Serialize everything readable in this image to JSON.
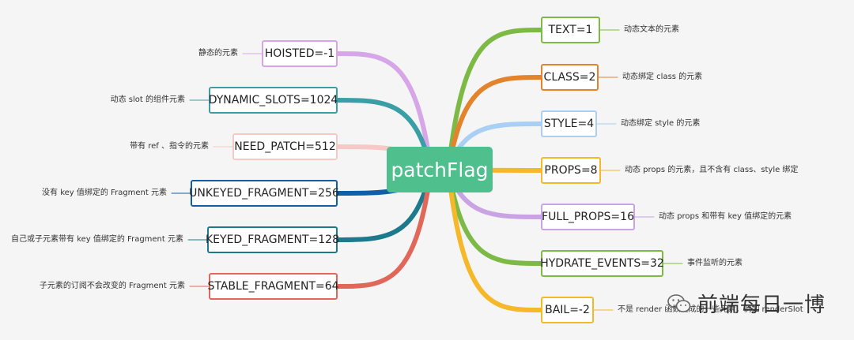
{
  "center": {
    "label": "patchFlag",
    "color": "#4fc08d"
  },
  "left_branches": [
    {
      "label": "HOISTED=-1",
      "desc": "静态的元素",
      "color": "#d6a6e8"
    },
    {
      "label": "DYNAMIC_SLOTS=1024",
      "desc": "动态 slot 的组件元素",
      "color": "#3a9ea6"
    },
    {
      "label": "NEED_PATCH=512",
      "desc": "带有 ref 、指令的元素",
      "color": "#f7c9c6"
    },
    {
      "label": "UNKEYED_FRAGMENT=256",
      "desc": "没有 key 值绑定的 Fragment 元素",
      "color": "#0f5fa6"
    },
    {
      "label": "KEYED_FRAGMENT=128",
      "desc": "自己或子元素带有 key 值绑定的 Fragment 元素",
      "color": "#1d7a8c"
    },
    {
      "label": "STABLE_FRAGMENT=64",
      "desc": "子元素的订阅不会改变的 Fragment 元素",
      "color": "#e0675a"
    }
  ],
  "right_branches": [
    {
      "label": "TEXT=1",
      "desc": "动态文本的元素",
      "color": "#7dba45"
    },
    {
      "label": "CLASS=2",
      "desc": "动态绑定 class 的元素",
      "color": "#e3842d"
    },
    {
      "label": "STYLE=4",
      "desc": "动态绑定 style 的元素",
      "color": "#a9cff5"
    },
    {
      "label": "PROPS=8",
      "desc": "动态 props 的元素，且不含有 class、style 绑定",
      "color": "#f5b82a"
    },
    {
      "label": "FULL_PROPS=16",
      "desc": "动态 props 和带有 key 值绑定的元素",
      "color": "#c9a3e3"
    },
    {
      "label": "HYDRATE_EVENTS=32",
      "desc": "事件监听的元素",
      "color": "#7dba45"
    },
    {
      "label": "BAIL=-2",
      "desc": "不是 render 函数生成的一些元素，例如 renderSlot",
      "color": "#f5b82a"
    }
  ],
  "watermark": {
    "text": "前端每日一博",
    "icon": "wechat-icon"
  }
}
